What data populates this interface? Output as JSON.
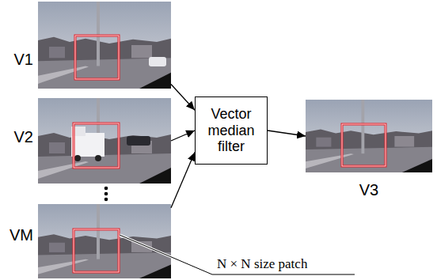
{
  "diagram": {
    "nodes": [
      {
        "text": [
          "V1"
        ]
      },
      {
        "text": [
          "V2"
        ]
      },
      {
        "text": [
          "VM"
        ]
      },
      {
        "text": [
          "Vector median filter"
        ]
      },
      {
        "text": [
          "V3"
        ]
      }
    ],
    "edges": [
      {
        "from": 0,
        "to": 3,
        "arrow": "to"
      },
      {
        "from": 1,
        "to": 3,
        "arrow": "to"
      },
      {
        "from": 2,
        "to": 3,
        "arrow": "to"
      },
      {
        "from": 3,
        "to": 4,
        "arrow": "to"
      }
    ],
    "labels": [
      "N × N size patch"
    ]
  }
}
